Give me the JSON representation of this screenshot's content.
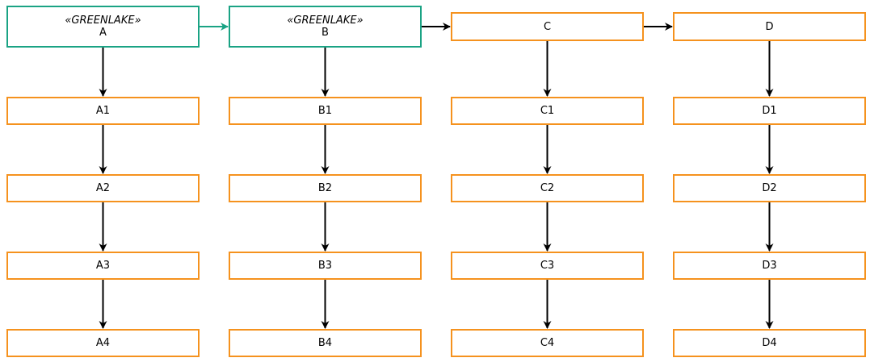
{
  "nodes": [
    {
      "id": "A",
      "label": "A",
      "stereotype": "«GREENLAKE»",
      "type": "greenlake"
    },
    {
      "id": "B",
      "label": "B",
      "stereotype": "«GREENLAKE»",
      "type": "greenlake"
    },
    {
      "id": "C",
      "label": "C",
      "type": "default"
    },
    {
      "id": "D",
      "label": "D",
      "type": "default"
    },
    {
      "id": "A1",
      "label": "A1"
    },
    {
      "id": "A2",
      "label": "A2"
    },
    {
      "id": "A3",
      "label": "A3"
    },
    {
      "id": "A4",
      "label": "A4"
    },
    {
      "id": "B1",
      "label": "B1"
    },
    {
      "id": "B2",
      "label": "B2"
    },
    {
      "id": "B3",
      "label": "B3"
    },
    {
      "id": "B4",
      "label": "B4"
    },
    {
      "id": "C1",
      "label": "C1"
    },
    {
      "id": "C2",
      "label": "C2"
    },
    {
      "id": "C3",
      "label": "C3"
    },
    {
      "id": "C4",
      "label": "C4"
    },
    {
      "id": "D1",
      "label": "D1"
    },
    {
      "id": "D2",
      "label": "D2"
    },
    {
      "id": "D3",
      "label": "D3"
    },
    {
      "id": "D4",
      "label": "D4"
    }
  ],
  "edges": [
    {
      "from": "A",
      "to": "B",
      "color": "green"
    },
    {
      "from": "B",
      "to": "C",
      "color": "black"
    },
    {
      "from": "C",
      "to": "D",
      "color": "black"
    },
    {
      "from": "A",
      "to": "A1"
    },
    {
      "from": "A1",
      "to": "A2"
    },
    {
      "from": "A2",
      "to": "A3"
    },
    {
      "from": "A3",
      "to": "A4"
    },
    {
      "from": "B",
      "to": "B1"
    },
    {
      "from": "B1",
      "to": "B2"
    },
    {
      "from": "B2",
      "to": "B3"
    },
    {
      "from": "B3",
      "to": "B4"
    },
    {
      "from": "C",
      "to": "C1"
    },
    {
      "from": "C1",
      "to": "C2"
    },
    {
      "from": "C2",
      "to": "C3"
    },
    {
      "from": "C3",
      "to": "C4"
    },
    {
      "from": "D",
      "to": "D1"
    },
    {
      "from": "D1",
      "to": "D2"
    },
    {
      "from": "D2",
      "to": "D3"
    },
    {
      "from": "D3",
      "to": "D4"
    }
  ],
  "colors": {
    "greenlake_border": "#1aa384",
    "default_border": "#f5921e",
    "arrow_black": "#000000",
    "arrow_green": "#1aa384"
  }
}
